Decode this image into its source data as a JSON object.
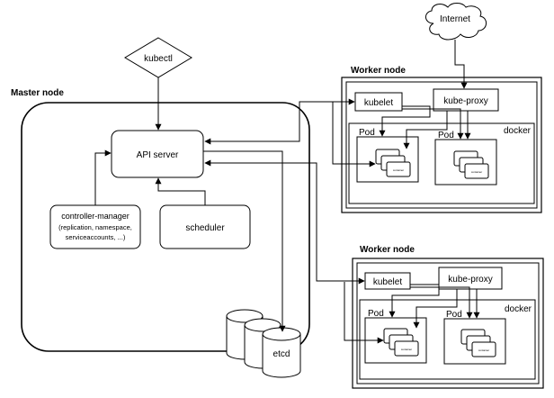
{
  "internet": "Internet",
  "kubectl": "kubectl",
  "master": {
    "title": "Master node",
    "api_server": "API server",
    "controller_manager": {
      "line1": "controller-manager",
      "line2": "(replication, namespace,",
      "line3": "serviceaccounts, ...)"
    },
    "scheduler": "scheduler",
    "etcd": "etcd"
  },
  "worker_nodes": [
    {
      "title": "Worker node",
      "kubelet": "kubelet",
      "kube_proxy": "kube-proxy",
      "docker": "docker",
      "pods": [
        "Pod",
        "Pod"
      ],
      "container_label": "container"
    },
    {
      "title": "Worker node",
      "kubelet": "kubelet",
      "kube_proxy": "kube-proxy",
      "docker": "docker",
      "pods": [
        "Pod",
        "Pod"
      ],
      "container_label": "container"
    }
  ]
}
